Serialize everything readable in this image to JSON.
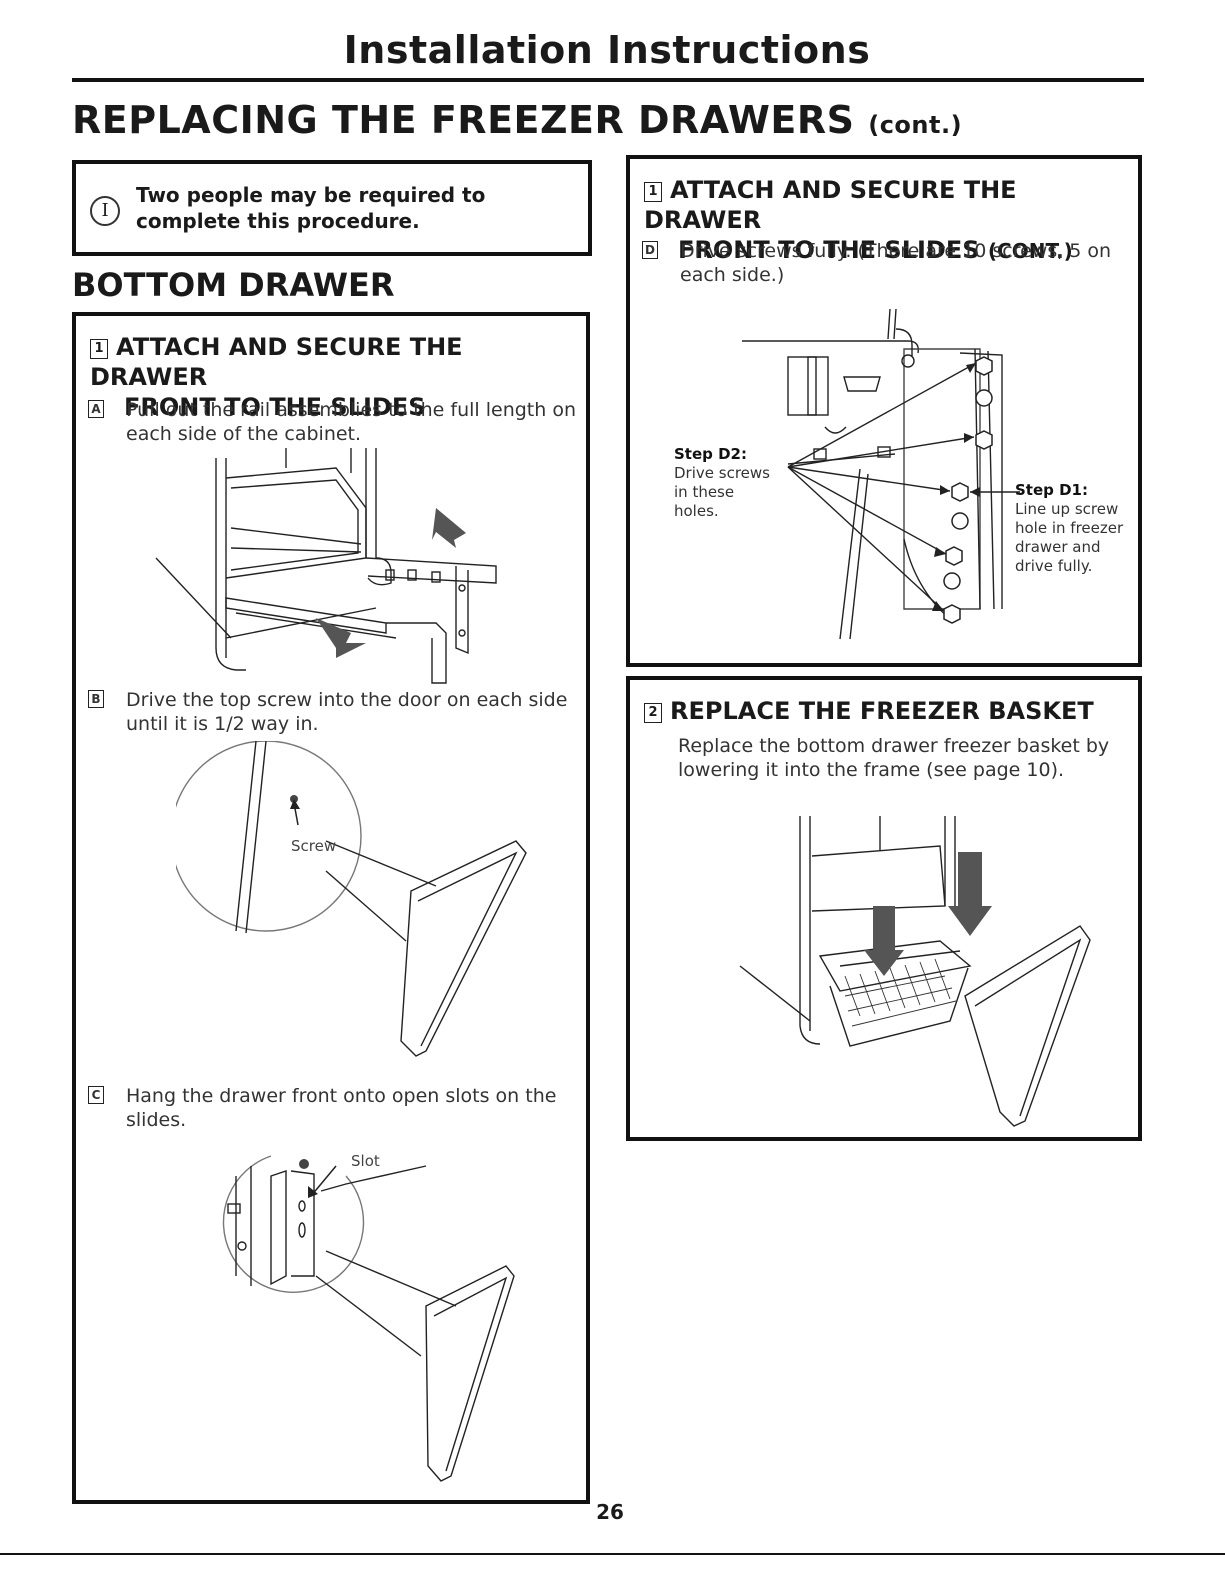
{
  "header": {
    "title": "Installation Instructions"
  },
  "main_title": {
    "text": "REPLACING THE FREEZER DRAWERS",
    "suffix": "(cont.)"
  },
  "note": {
    "icon": "info-icon",
    "icon_glyph": "I",
    "text": "Two people may be required to complete this procedure."
  },
  "section": {
    "title": "BOTTOM DRAWER"
  },
  "step1": {
    "number": "1",
    "title_line1": "ATTACH AND SECURE THE DRAWER",
    "title_line2": "FRONT TO THE SLIDES",
    "a": {
      "letter": "A",
      "text": "Pull out the rail assemblies to the full length on each side of the cabinet."
    },
    "b": {
      "letter": "B",
      "text": "Drive the top screw into the door on each side until it is 1/2 way in."
    },
    "b_label": "Screw",
    "c": {
      "letter": "C",
      "text": "Hang the drawer front onto open slots on the slides."
    },
    "c_label": "Slot"
  },
  "step1_cont": {
    "number": "1",
    "title_line1": "ATTACH AND SECURE THE DRAWER",
    "title_line2": "FRONT TO THE SLIDES",
    "title_suffix": "(CONT.)",
    "d": {
      "letter": "D",
      "text": "Drive screws fully. (There are 10 screws, 5 on each side.)"
    },
    "d2_title": "Step D2:",
    "d2_text": "Drive screws in these holes.",
    "d1_title": "Step D1:",
    "d1_text": "Line up screw hole in freezer drawer and drive fully."
  },
  "step2": {
    "number": "2",
    "title": "REPLACE THE FREEZER BASKET",
    "text": "Replace the bottom drawer freezer basket by lowering it into the frame (see page 10)."
  },
  "page_number": "26"
}
